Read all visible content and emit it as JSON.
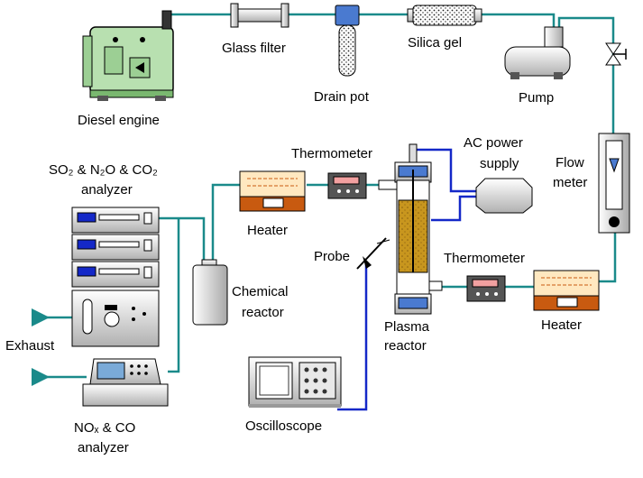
{
  "components": {
    "diesel_engine": "Diesel engine",
    "glass_filter": "Glass filter",
    "drain_pot": "Drain pot",
    "silica_gel": "Silica gel",
    "pump": "Pump",
    "flow_meter_line1": "Flow",
    "flow_meter_line2": "meter",
    "heater_right": "Heater",
    "thermometer_right": "Thermometer",
    "plasma_reactor_line1": "Plasma",
    "plasma_reactor_line2": "reactor",
    "ac_power_line1": "AC power",
    "ac_power_line2": "supply",
    "thermometer_top": "Thermometer",
    "heater_left": "Heater",
    "probe": "Probe",
    "oscilloscope": "Oscilloscope",
    "chemical_reactor_line1": "Chemical",
    "chemical_reactor_line2": "reactor",
    "nox_analyzer_line1": "NOₓ & CO",
    "nox_analyzer_line2": "analyzer",
    "sox_analyzer_line1": "SO₂ & N₂O & CO₂",
    "sox_analyzer_line2": "analyzer",
    "exhaust": "Exhaust"
  },
  "colors": {
    "gas_line": "#1a8a8a",
    "electric_wire": "#1428c8",
    "engine_body": "#b8e0b0",
    "heater_top": "#ffe8c0",
    "heater_base": "#c85a10",
    "plasma_packing": "#c8961e",
    "electrode_cap": "#4a7ad0"
  }
}
